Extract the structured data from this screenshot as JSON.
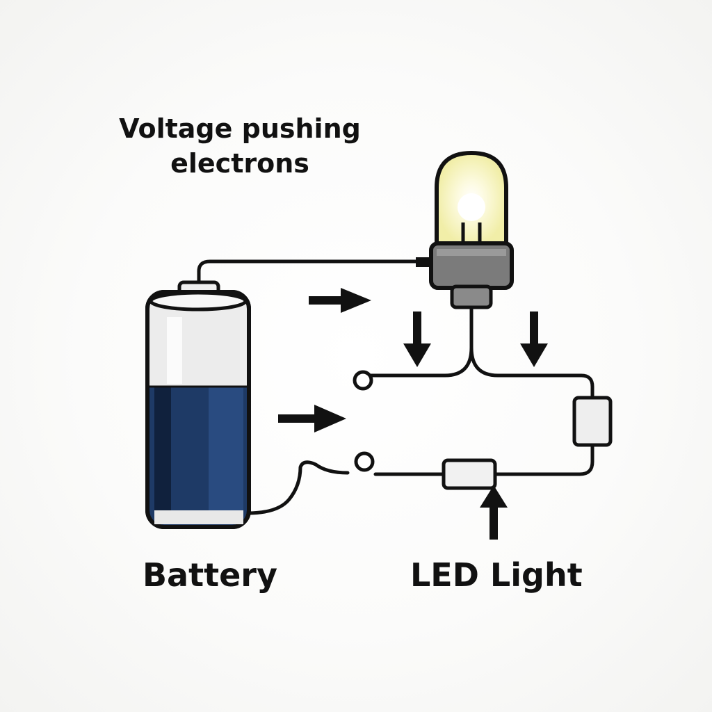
{
  "labels": {
    "top_caption_line1": "Voltage pushing",
    "top_caption_line2": "electrons",
    "battery": "Battery",
    "led_light": "LED Light"
  },
  "colors": {
    "outline": "#111111",
    "battery_top": "#ededed",
    "battery_bottom": "#1e3a66",
    "bulb_glow": "#fbf9d0",
    "bulb_base": "#7b7b7b"
  },
  "icons": {
    "arrow": "arrow-icon",
    "bulb": "light-bulb-icon",
    "battery": "battery-icon"
  }
}
